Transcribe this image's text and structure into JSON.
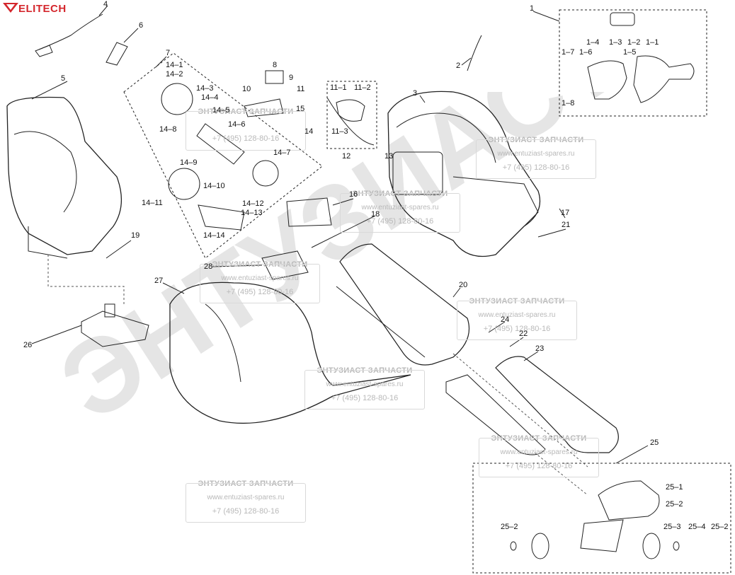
{
  "brand": {
    "name": "ELITECH",
    "color": "#d4272d"
  },
  "watermark": {
    "big_text": "ЭНТУЗИАСТ",
    "title": "ЭНТУЗИАСТ ЗАПЧАСТИ",
    "url": "www.entuziast-spares.ru",
    "phone": "+7 (495) 128-80-16",
    "color": "#bdbdbd"
  },
  "part_labels": {
    "p1": "1",
    "p1_1": "1–1",
    "p1_2": "1–2",
    "p1_3": "1–3",
    "p1_4": "1–4",
    "p1_5": "1–5",
    "p1_6": "1–6",
    "p1_7": "1–7",
    "p1_8": "1–8",
    "p2": "2",
    "p3": "3",
    "p4": "4",
    "p5": "5",
    "p6": "6",
    "p7": "7",
    "p8": "8",
    "p9": "9",
    "p10": "10",
    "p11": "11",
    "p11_1": "11–1",
    "p11_2": "11–2",
    "p11_3": "11–3",
    "p12": "12",
    "p13": "13",
    "p14": "14",
    "p14_1": "14–1",
    "p14_2": "14–2",
    "p14_3": "14–3",
    "p14_4": "14–4",
    "p14_5": "14–5",
    "p14_6": "14–6",
    "p14_7": "14–7",
    "p14_8": "14–8",
    "p14_9": "14–9",
    "p14_10": "14–10",
    "p14_11": "14–11",
    "p14_12": "14–12",
    "p14_13": "14–13",
    "p14_14": "14–14",
    "p15": "15",
    "p16": "16",
    "p17": "17",
    "p18": "18",
    "p19": "19",
    "p20": "20",
    "p21": "21",
    "p22": "22",
    "p23": "23",
    "p24": "24",
    "p25": "25",
    "p25_1": "25–1",
    "p25_2a": "25–2",
    "p25_2b": "25–2",
    "p25_2c": "25–2",
    "p25_3": "25–3",
    "p25_4": "25–4",
    "p26": "26",
    "p27": "27",
    "p28": "28"
  }
}
